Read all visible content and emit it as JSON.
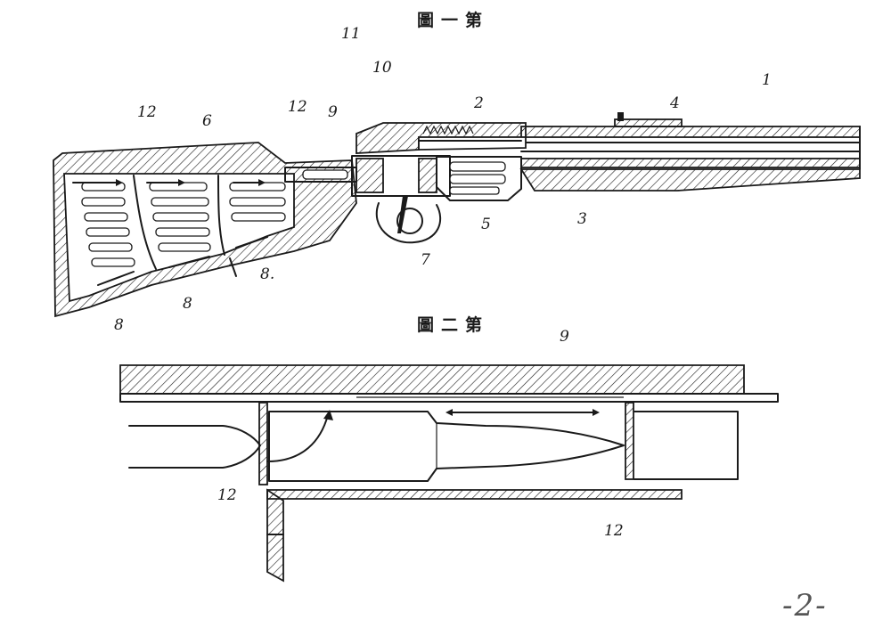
{
  "figure_1": {
    "title": "圖一第",
    "labels": {
      "barrel": "1",
      "bolt": "2",
      "chamber": "3",
      "rear_sight": "4",
      "magazine": "5",
      "stock": "6",
      "trigger_guard": "7",
      "follower_a": "8",
      "follower_b": "8",
      "follower_c": "8.",
      "feed_channel": "9",
      "hammer": "10",
      "tube": "11",
      "gate_a": "12",
      "gate_b": "12"
    }
  },
  "figure_2": {
    "title": "圖二第",
    "labels": {
      "feed_channel": "9",
      "gate_left": "12",
      "gate_right": "12"
    }
  },
  "page_number": "-2-"
}
